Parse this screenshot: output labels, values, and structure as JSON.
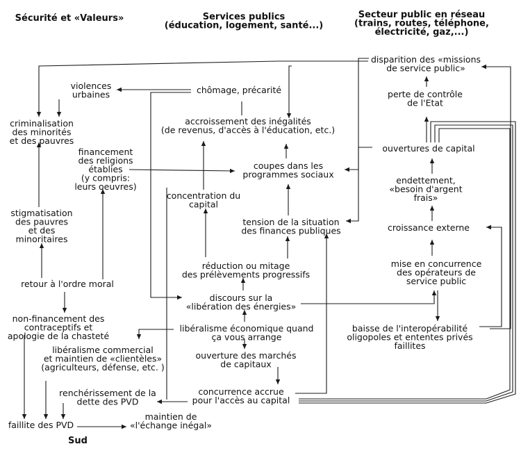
{
  "headers": {
    "securite": [
      "Sécurité et «Valeurs»"
    ],
    "services": [
      "Services publics",
      "(éducation, logement, santé...)"
    ],
    "secteur": [
      "Secteur public en réseau",
      "(trains, routes, téléphone,",
      "électricité, gaz,...)"
    ],
    "sud": [
      "Sud"
    ]
  },
  "nodes": {
    "violences": [
      "violences",
      "urbaines"
    ],
    "criminalisation": [
      "criminalisation",
      "des minorités",
      "et des pauvres"
    ],
    "stigmatisation": [
      "stigmatisation",
      "des pauvres",
      "et des",
      "minoritaires"
    ],
    "retour": [
      "retour à l'ordre moral"
    ],
    "nonfinancement": [
      "non-financement des",
      "contraceptifs et",
      "apologie de la chasteté"
    ],
    "financement_religions": [
      "financement",
      "des religions",
      "établies",
      "(y compris:",
      "leurs oeuvres)"
    ],
    "liberalisme_commercial": [
      "libéralisme commercial",
      "et maintien de «clientèles»",
      "(agriculteurs, défense, etc. )"
    ],
    "rencherissement": [
      "renchérissement de la",
      "dette des PVD"
    ],
    "faillite_pvd": [
      "faillite des PVD"
    ],
    "maintien": [
      "maintien de",
      "«l'échange inégal»"
    ],
    "chomage": [
      "chômage, précarité"
    ],
    "inegalites": [
      "accroissement des inégalités",
      "(de revenus, d'accès à l'éducation, etc.)"
    ],
    "coupes": [
      "coupes dans les",
      "programmes sociaux"
    ],
    "concentration": [
      "concentration du",
      "capital"
    ],
    "tension": [
      "tension de la situation",
      "des finances publiques"
    ],
    "reduction": [
      "réduction ou mitage",
      "des prélèvements progressifs"
    ],
    "discours": [
      "discours sur la",
      "«libération des énergies»"
    ],
    "liberalisme_eco": [
      "libéralisme économique quand",
      "ça vous arrange"
    ],
    "ouverture_marches": [
      "ouverture des marchés",
      "de capitaux"
    ],
    "concurrence": [
      "concurrence accrue",
      "pour l'accès au capital"
    ],
    "disparition": [
      "disparition des «missions",
      "de service public»"
    ],
    "perte": [
      "perte de contrôle",
      "de l'Etat"
    ],
    "ouvertures_capital": [
      "ouvertures de capital"
    ],
    "endettement": [
      "endettement,",
      "«besoin d'argent",
      "frais»"
    ],
    "croissance": [
      "croissance externe"
    ],
    "mise_concurrence": [
      "mise en concurrence",
      "des opérateurs de",
      "service public"
    ],
    "baisse": [
      "baisse de l'interopérabilité",
      "oligopoles et ententes privés",
      "faillites"
    ]
  }
}
